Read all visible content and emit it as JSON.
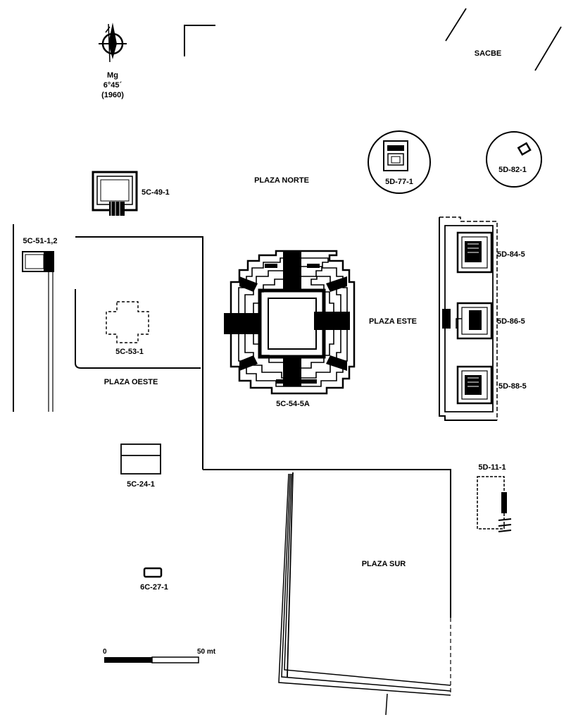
{
  "north_arrow": {
    "label": "Mg",
    "declination": "6°45´",
    "year": "(1960)"
  },
  "plazas": {
    "norte": "PLAZA NORTE",
    "este": "PLAZA ESTE",
    "oeste": "PLAZA OESTE",
    "sur": "PLAZA SUR"
  },
  "sacbe": "SACBE",
  "structures": {
    "s_5c_49_1": "5C-49-1",
    "s_5c_51": "5C-51-1,2",
    "s_5c_53_1": "5C-53-1",
    "s_5c_54_5a": "5C-54-5A",
    "s_5d_77_1": "5D-77-1",
    "s_5d_82_1": "5D-82-1",
    "s_5d_84_5": "5D-84-5",
    "s_5d_86_5": "5D-86-5",
    "s_5d_88_5": "5D-88-5",
    "s_5d_11_1": "5D-11-1",
    "s_5c_24_1": "5C-24-1",
    "s_6c_27_1": "6C-27-1"
  },
  "scale_bar": {
    "start_label": "0",
    "end_label": "50 mt"
  }
}
